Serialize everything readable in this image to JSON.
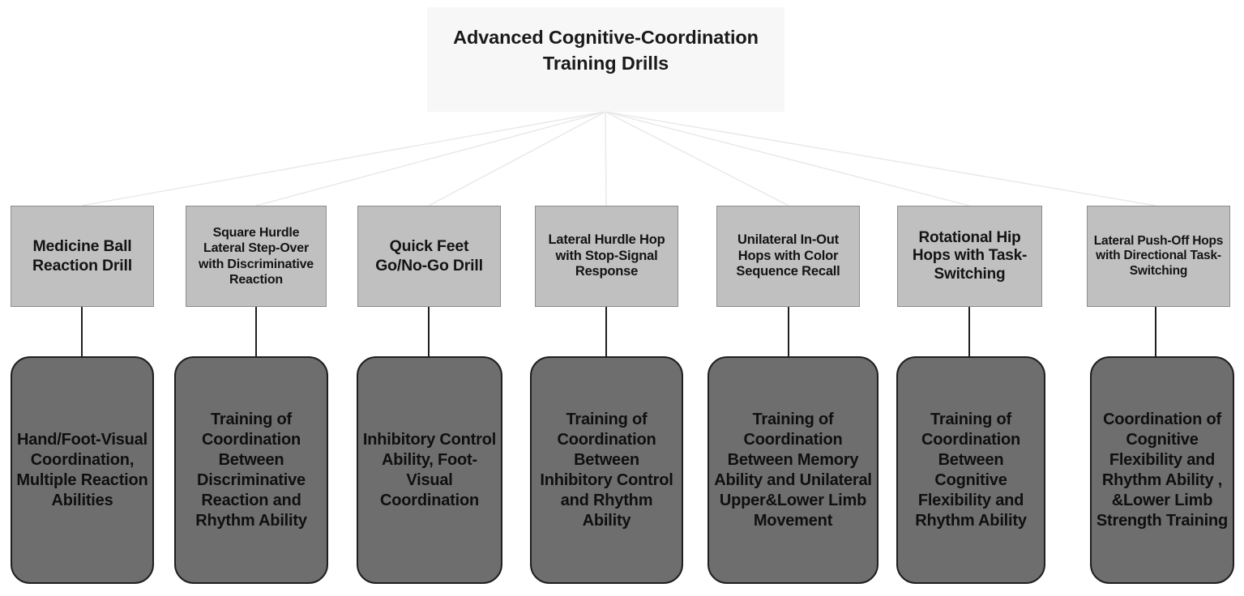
{
  "diagram": {
    "type": "hierarchy-flowchart",
    "root": {
      "title": "Advanced Cognitive-Coordination Training Drills",
      "fill_color": "#f7f7f7"
    },
    "palette": {
      "drill_fill": "#c0c0c0",
      "drill_border": "#8c8c8c",
      "outcome_fill": "#6e6e6e",
      "outcome_border": "#1f1f1f",
      "fan_connector": "#e8e8e8",
      "stem_connector": "#1f1f1f",
      "background": "#ffffff"
    },
    "branches": [
      {
        "drill": "Medicine Ball Reaction Drill",
        "outcome": "Hand/Foot-Visual Coordination, Multiple Reaction Abilities"
      },
      {
        "drill": "Square Hurdle Lateral Step-Over with Discriminative Reaction",
        "outcome": "Training of Coordination Between Discriminative Reaction and Rhythm Ability"
      },
      {
        "drill": "Quick Feet Go/No-Go Drill",
        "outcome": "Inhibitory Control Ability, Foot-Visual Coordination"
      },
      {
        "drill": "Lateral Hurdle Hop with Stop-Signal Response",
        "outcome": "Training of Coordination Between Inhibitory Control and Rhythm Ability"
      },
      {
        "drill": "Unilateral In-Out Hops with Color Sequence Recall",
        "outcome": "Training of Coordination Between Memory Ability and Unilateral Upper&Lower Limb Movement"
      },
      {
        "drill": "Rotational Hip Hops with Task-Switching",
        "outcome": "Training of Coordination Between Cognitive Flexibility and Rhythm Ability"
      },
      {
        "drill": "Lateral Push-Off Hops with Directional Task-Switching",
        "outcome": "Coordination of Cognitive Flexibility and Rhythm Ability , &Lower Limb Strength Training"
      }
    ]
  }
}
